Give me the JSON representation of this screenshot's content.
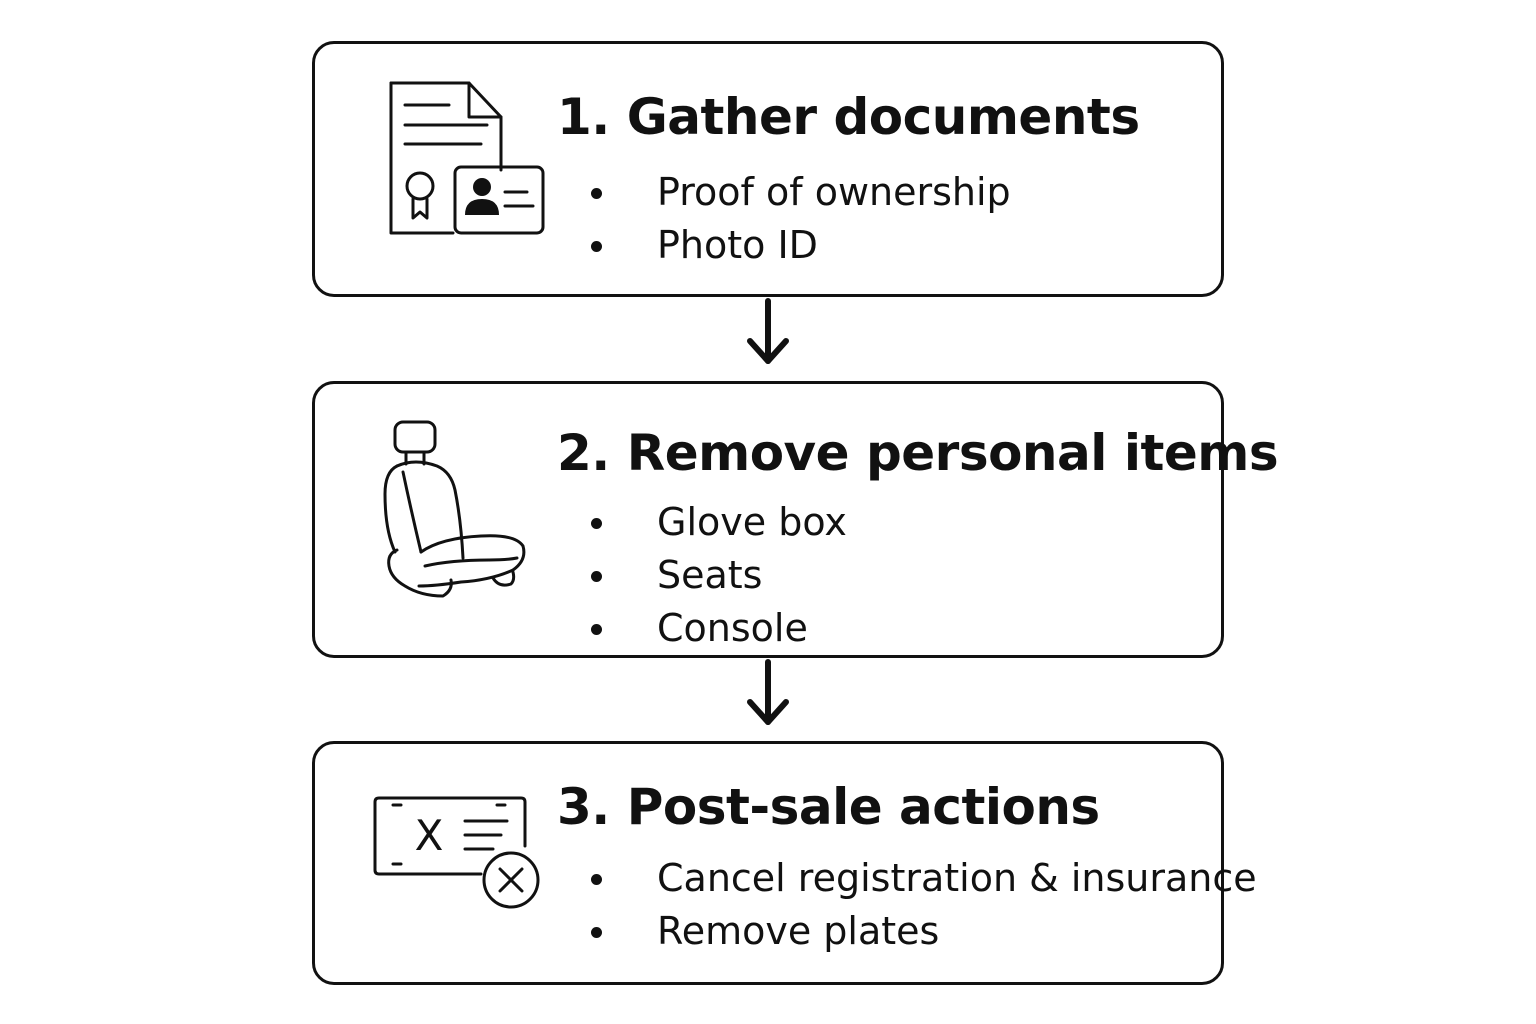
{
  "steps": [
    {
      "title": "1. Gather documents",
      "icon": "document-and-id-card-icon",
      "items": [
        "Proof of ownership",
        "Photo ID"
      ]
    },
    {
      "title": "2. Remove personal items",
      "icon": "car-seat-icon",
      "items": [
        "Glove box",
        "Seats",
        "Console"
      ]
    },
    {
      "title": "3. Post-sale actions",
      "icon": "cancel-plate-icon",
      "items": [
        "Cancel registration & insurance",
        "Remove plates"
      ]
    }
  ],
  "icons": {
    "plate_letter": "X"
  },
  "colors": {
    "stroke": "#111111",
    "background": "#ffffff"
  }
}
